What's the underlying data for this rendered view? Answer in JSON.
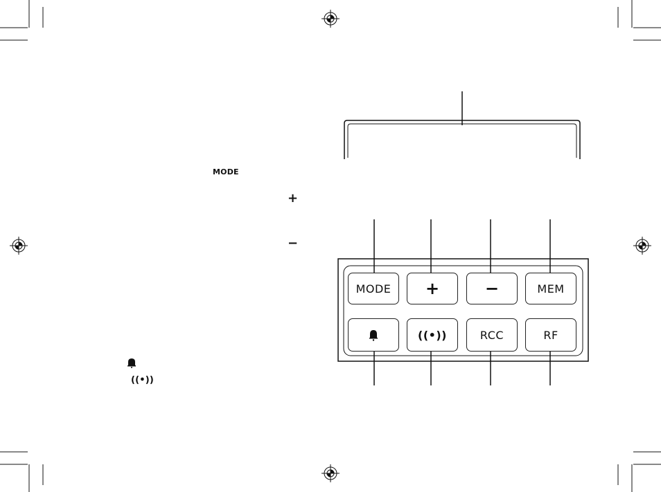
{
  "keys": {
    "mode": "MODE",
    "plus": "+",
    "minus": "−",
    "mem": "MEM",
    "sos_symbol": "((•))",
    "rcc": "RCC",
    "rf": "RF"
  },
  "inline_symbols": {
    "mode": "MODE",
    "plus": "+",
    "minus": "−",
    "sos": "((•))"
  },
  "icons": {
    "bell": "bell-icon",
    "registration": "registration-mark-icon"
  },
  "colors": {
    "ink": "#111111",
    "background": "#ffffff"
  }
}
